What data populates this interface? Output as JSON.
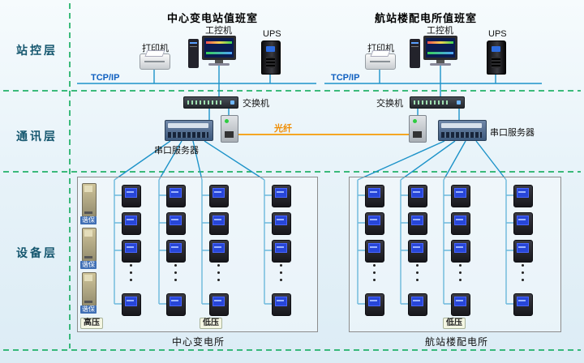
{
  "layers": {
    "station_control": "站控层",
    "communication": "通讯层",
    "device": "设备层"
  },
  "rooms": {
    "left": {
      "title": "中心变电站值班室",
      "printer_label": "打印机",
      "pc_label": "工控机",
      "ups_label": "UPS",
      "tcpip_label": "TCP/IP",
      "switch_label": "交换机",
      "serial_server_label": "串口服务器"
    },
    "right": {
      "title": "航站楼配电所值班室",
      "printer_label": "打印机",
      "pc_label": "工控机",
      "ups_label": "UPS",
      "tcpip_label": "TCP/IP",
      "switch_label": "交换机",
      "serial_server_label": "串口服务器"
    }
  },
  "fiber_label": "光纤",
  "device_areas": {
    "left": {
      "hv_label": "高压",
      "lv_label": "低压",
      "caption": "中心变电所",
      "protection_label": "谐保"
    },
    "right": {
      "lv_label": "低压",
      "caption": "航站楼配电所"
    }
  },
  "colors": {
    "line_blue": "#1d93c9",
    "line_green": "#00a651",
    "fiber_orange": "#f5a623"
  }
}
